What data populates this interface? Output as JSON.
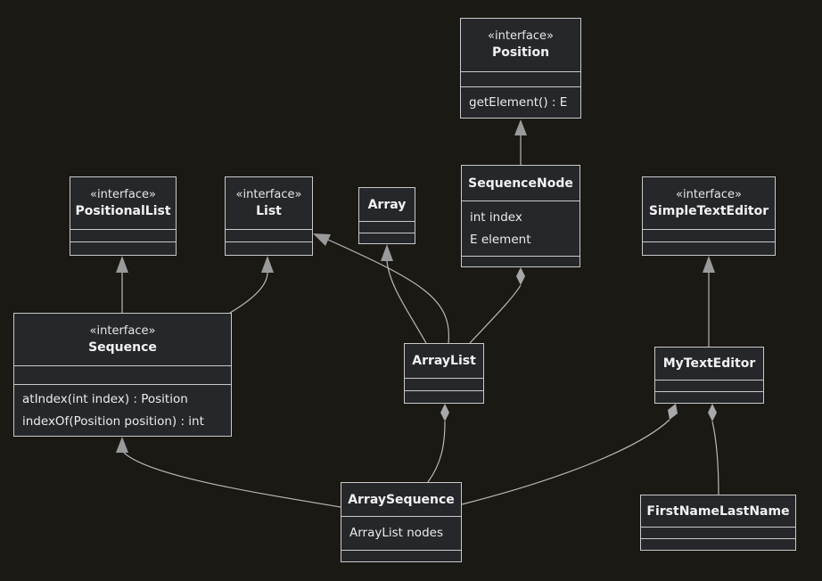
{
  "diagram": {
    "classes": {
      "position": {
        "stereotype": "«interface»",
        "name": "Position",
        "attributes": [],
        "methods": [
          "getElement() : E"
        ]
      },
      "positional_list": {
        "stereotype": "«interface»",
        "name": "PositionalList",
        "attributes": [],
        "methods": []
      },
      "list": {
        "stereotype": "«interface»",
        "name": "List",
        "attributes": [],
        "methods": []
      },
      "array": {
        "name": "Array",
        "attributes": [],
        "methods": []
      },
      "sequence_node": {
        "name": "SequenceNode",
        "attributes": [
          "int index",
          "E element"
        ],
        "methods": []
      },
      "simple_text_editor": {
        "stereotype": "«interface»",
        "name": "SimpleTextEditor",
        "attributes": [],
        "methods": []
      },
      "sequence": {
        "stereotype": "«interface»",
        "name": "Sequence",
        "attributes": [],
        "methods": [
          "atIndex(int index) : Position",
          "indexOf(Position position) : int"
        ]
      },
      "array_list": {
        "name": "ArrayList",
        "attributes": [],
        "methods": []
      },
      "my_text_editor": {
        "name": "MyTextEditor",
        "attributes": [],
        "methods": []
      },
      "array_sequence": {
        "name": "ArraySequence",
        "attributes": [
          "ArrayList nodes"
        ],
        "methods": []
      },
      "first_name_last_name": {
        "name": "FirstNameLastName",
        "attributes": [],
        "methods": []
      }
    },
    "relations": [
      {
        "from": "sequence_node",
        "to": "position",
        "kind": "inheritance"
      },
      {
        "from": "sequence",
        "to": "positional_list",
        "kind": "inheritance"
      },
      {
        "from": "sequence",
        "to": "list",
        "kind": "inheritance"
      },
      {
        "from": "array_list",
        "to": "list",
        "kind": "inheritance"
      },
      {
        "from": "array_list",
        "to": "array",
        "kind": "inheritance"
      },
      {
        "from": "array_list",
        "to": "sequence_node",
        "kind": "composition"
      },
      {
        "from": "my_text_editor",
        "to": "simple_text_editor",
        "kind": "inheritance"
      },
      {
        "from": "array_sequence",
        "to": "sequence",
        "kind": "inheritance"
      },
      {
        "from": "array_sequence",
        "to": "array_list",
        "kind": "composition"
      },
      {
        "from": "array_sequence",
        "to": "my_text_editor",
        "kind": "composition"
      },
      {
        "from": "first_name_last_name",
        "to": "my_text_editor",
        "kind": "composition"
      }
    ],
    "colors": {
      "background": "#1b1914",
      "box_fill": "#25272a",
      "box_border": "#c9c9c9",
      "edge": "#b9b9b9",
      "arrowhead": "#9a9a9a",
      "text": "#eaeaea"
    }
  }
}
